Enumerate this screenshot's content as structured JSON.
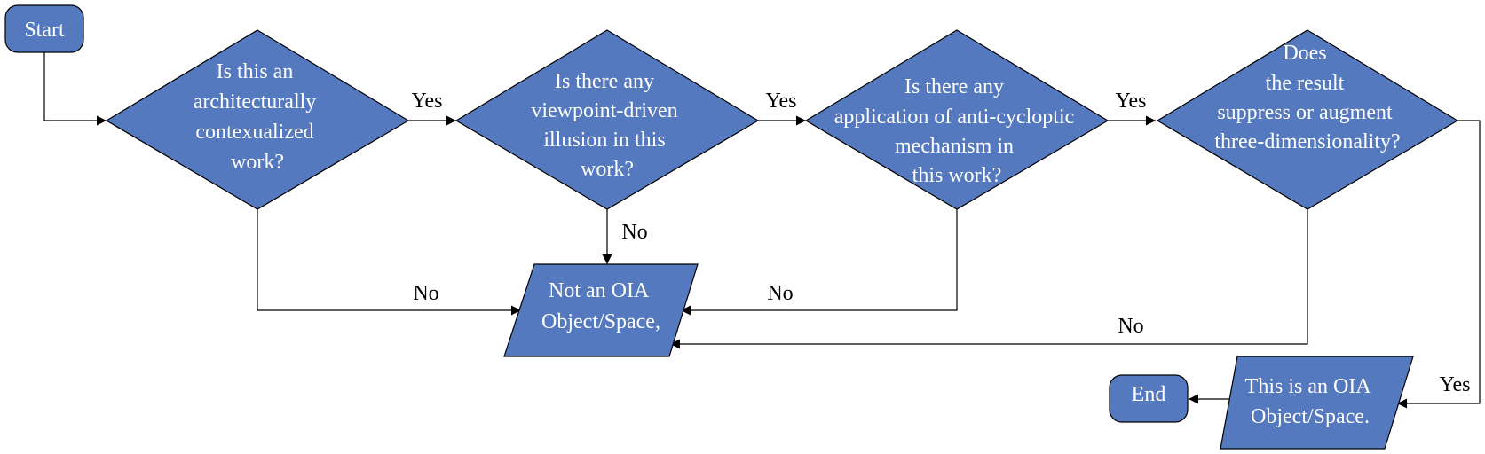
{
  "nodes": {
    "start": {
      "label": "Start"
    },
    "q1": {
      "lines": [
        "Is this an",
        "architecturally",
        "contexualized",
        "work?"
      ]
    },
    "q2": {
      "lines": [
        "Is there any",
        "viewpoint-driven",
        "illusion in this",
        "work?"
      ]
    },
    "q3": {
      "lines": [
        "Is there any",
        "application of anti-cycloptic",
        "mechanism in",
        "this work?"
      ]
    },
    "q4": {
      "lines": [
        "Does",
        "the result",
        "suppress or augment",
        "three-dimensionality?"
      ]
    },
    "not_oia": {
      "lines": [
        "Not an OIA",
        "Object/Space,"
      ]
    },
    "is_oia": {
      "lines": [
        "This is an OIA",
        "Object/Space."
      ]
    },
    "end": {
      "label": "End"
    }
  },
  "edges": {
    "q1_yes": "Yes",
    "q2_yes": "Yes",
    "q3_yes": "Yes",
    "q4_yes": "Yes",
    "q1_no": "No",
    "q2_no": "No",
    "q3_no": "No",
    "q4_no": "No"
  },
  "colors": {
    "node_fill": "#5579BF",
    "stroke": "#000000",
    "node_text": "#ffffff"
  }
}
